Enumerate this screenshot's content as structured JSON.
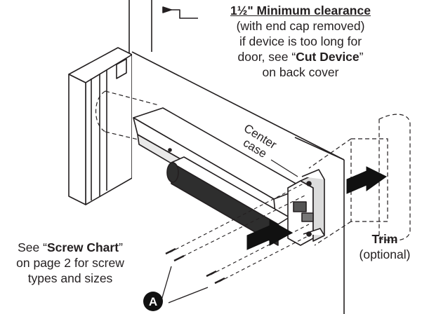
{
  "clearance_note": {
    "title": "1½\" Minimum clearance",
    "line2": "(with end cap removed)",
    "line3": "if device is too long for",
    "line4_pre": "door, see “",
    "line4_bold": "Cut Device",
    "line4_post": "”",
    "line5": "on back cover"
  },
  "center_case_label": [
    "Center",
    "case"
  ],
  "screw_note": {
    "line1_pre": "See “",
    "line1_bold": "Screw Chart",
    "line1_post": "”",
    "line2": "on page 2 for screw",
    "line3": "types and sizes"
  },
  "callout_letter": "A",
  "trim_label": {
    "line1": "Trim",
    "line2": "(optional)"
  },
  "colors": {
    "line": "#231f20",
    "fill": "#ffffff",
    "shade": "#3a3a3a",
    "dark": "#1a1a1a"
  }
}
